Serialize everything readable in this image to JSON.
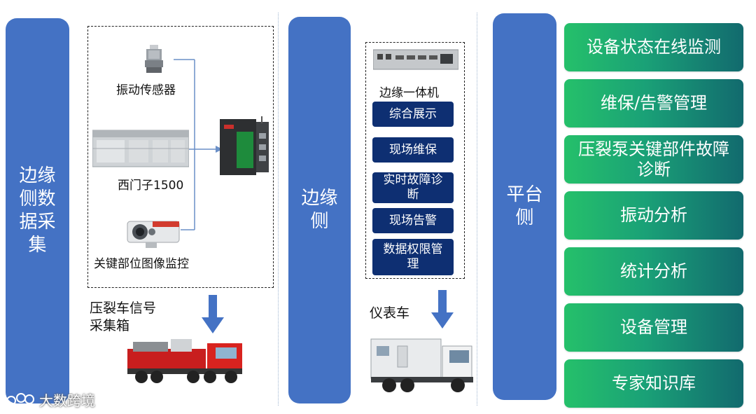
{
  "columns": {
    "edge_collect": "边缘侧数据采集",
    "edge_side": "边缘侧",
    "platform_side": "平台侧"
  },
  "collector": {
    "vibration_sensor": "振动传感器",
    "plc": "西门子1500",
    "camera": "关键部位图像监控",
    "box_caption": "压裂车信号采集箱"
  },
  "edge": {
    "device": "边缘一体机",
    "buttons": [
      "综合展示",
      "现场维保",
      "实时故障诊断",
      "现场告警",
      "数据权限管理"
    ],
    "vehicle": "仪表车"
  },
  "platform": {
    "features": [
      "设备状态在线监测",
      "维保/告警管理",
      "压裂泵关键部件故障诊断",
      "振动分析",
      "统计分析",
      "设备管理",
      "专家知识库"
    ]
  },
  "watermark": "大数跨境",
  "colors": {
    "pillar": "#4472c4",
    "nav": "#0e2f72",
    "feature_start": "#25c06a",
    "feature_end": "#126a6e",
    "arrow": "#4472c4"
  }
}
